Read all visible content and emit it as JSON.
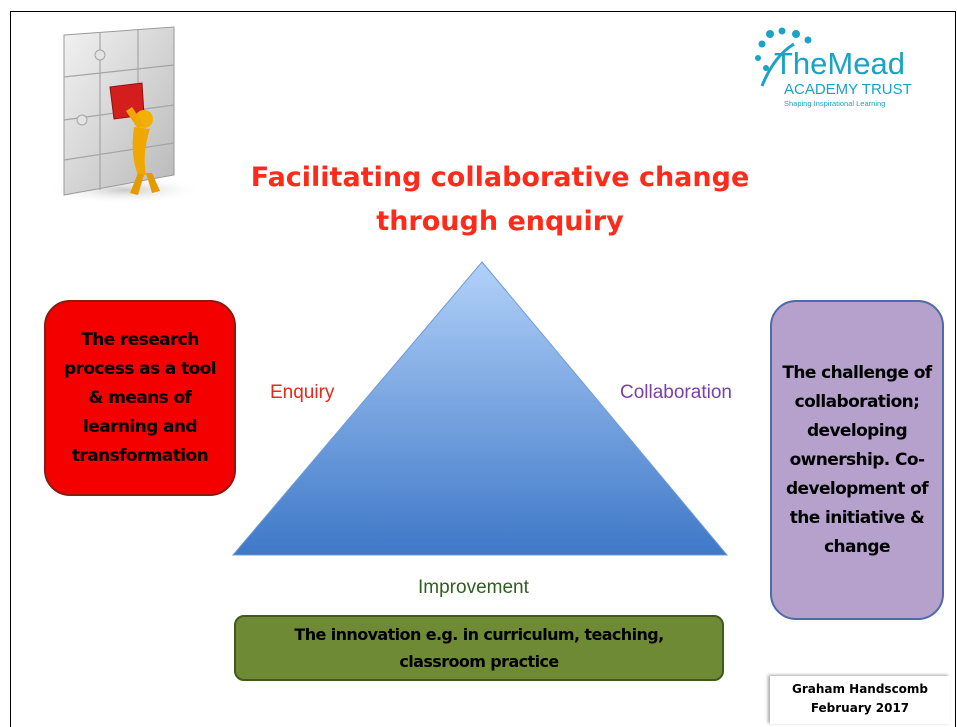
{
  "title": {
    "line1": "Facilitating collaborative change",
    "line2": "through enquiry"
  },
  "logo": {
    "name": "TheMead",
    "subtitle": "ACADEMY TRUST",
    "tagline": "Shaping Inspirational Learning"
  },
  "triangle": {
    "left_label": "Enquiry",
    "right_label": "Collaboration",
    "bottom_label": "Improvement"
  },
  "boxes": {
    "left": "The research process as a tool & means of learning and transformation",
    "right": "The challenge of collaboration; developing ownership. Co-development of the initiative & change",
    "bottom": "The innovation e.g. in curriculum, teaching, classroom practice"
  },
  "author": {
    "name": "Graham Handscomb",
    "date": "February 2017"
  },
  "colors": {
    "title": "#ff2a1a",
    "left_box": "#f40000",
    "right_box": "#b5a1cc",
    "bottom_box": "#6f8a34",
    "triangle_top": "#a9c9f3",
    "triangle_bottom": "#3e78c8",
    "logo": "#1aa3c4"
  }
}
